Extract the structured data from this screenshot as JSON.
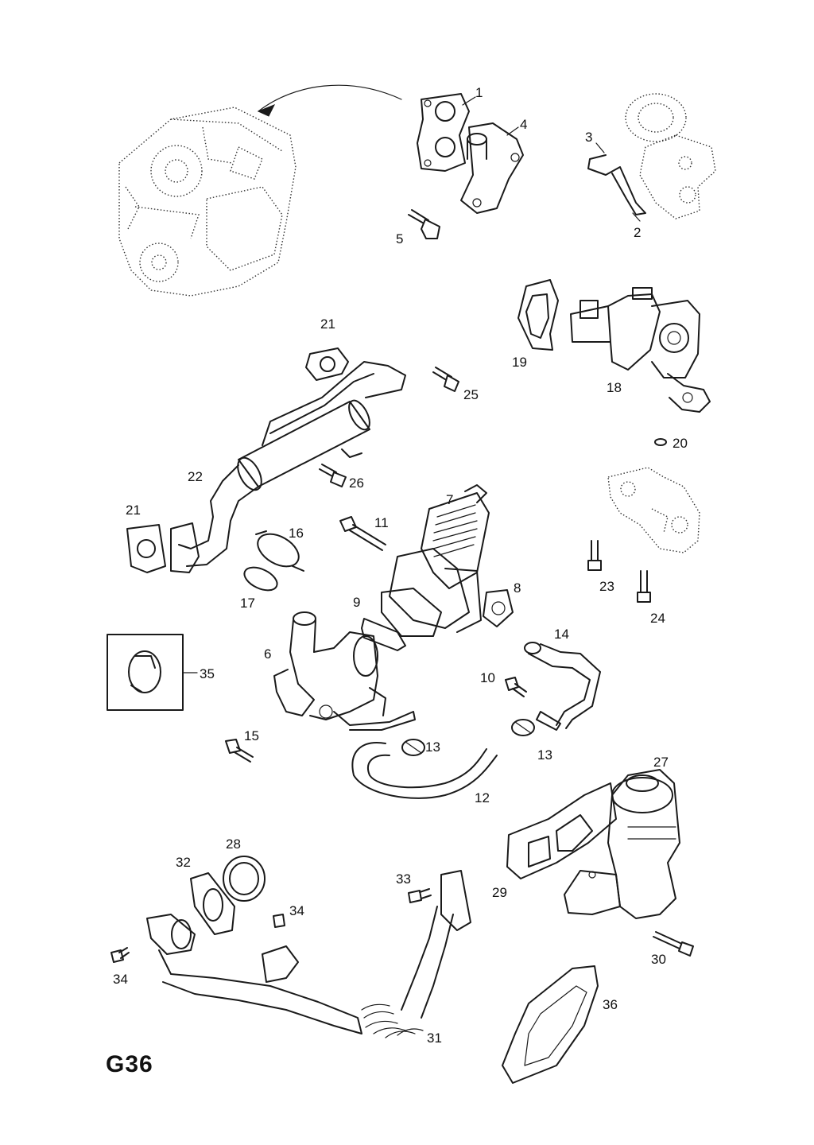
{
  "diagram": {
    "code": "G36",
    "callouts": [
      "1",
      "2",
      "3",
      "4",
      "5",
      "6",
      "7",
      "8",
      "9",
      "10",
      "11",
      "12",
      "13",
      "13",
      "14",
      "15",
      "16",
      "17",
      "18",
      "19",
      "20",
      "21",
      "21",
      "22",
      "23",
      "24",
      "25",
      "26",
      "27",
      "28",
      "29",
      "30",
      "31",
      "32",
      "33",
      "34",
      "34",
      "35",
      "36"
    ]
  }
}
